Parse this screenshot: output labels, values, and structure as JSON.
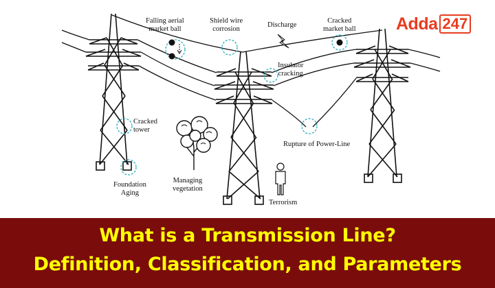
{
  "brand": {
    "name_part1": "Adda",
    "name_part2": "247"
  },
  "labels": {
    "falling_ball": "Falling aerial\nmarket ball",
    "shield_wire": "Shield wire\ncorrosion",
    "discharge": "Discharge",
    "cracked_ball": "Cracked\nmarket ball",
    "insulator": "Insulator\ncracking",
    "cracked_tower": "Cracked\ntower",
    "rupture": "Rupture of Power-Line",
    "foundation": "Foundation\nAging",
    "vegetation": "Managing\nvegetation",
    "terrorism": "Terrorism"
  },
  "title": {
    "line1": "What is a Transmission Line?",
    "line2": "Definition, Classification, and Parameters"
  },
  "colors": {
    "banner": "#7a0c0c",
    "title": "#ffff00",
    "brand": "#e83c1f",
    "highlight_circle": "#3bb3c3"
  }
}
